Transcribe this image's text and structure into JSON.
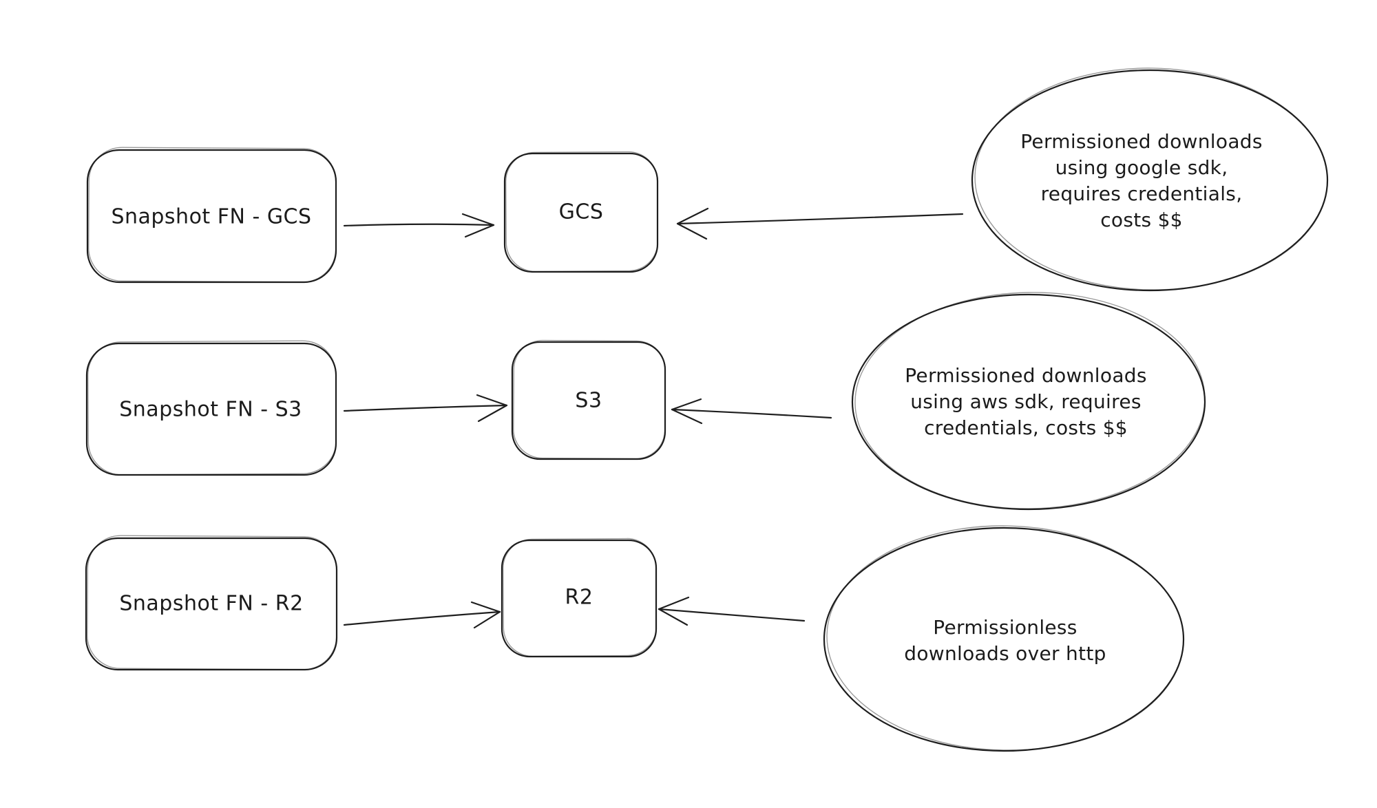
{
  "diagram": {
    "background_color": "#ffffff",
    "stroke_color": "#1e1e1e",
    "rows": [
      {
        "source_label": "Snapshot FN - GCS",
        "target_label": "GCS",
        "annotation": "Permissioned downloads\nusing google sdk,\nrequires credentials,\ncosts $$"
      },
      {
        "source_label": "Snapshot FN - S3",
        "target_label": "S3",
        "annotation": "Permissioned downloads\nusing aws sdk, requires\ncredentials, costs $$"
      },
      {
        "source_label": "Snapshot FN - R2",
        "target_label": "R2",
        "annotation": "Permissionless\ndownloads over http"
      }
    ]
  }
}
